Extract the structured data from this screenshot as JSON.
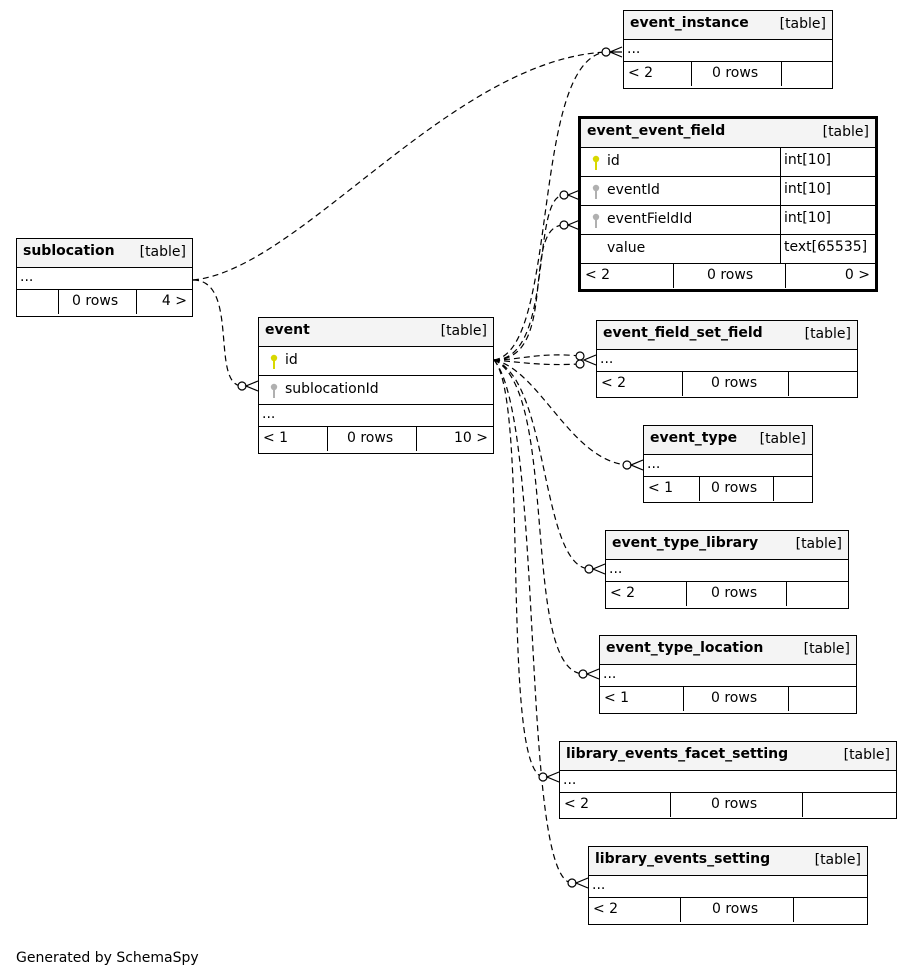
{
  "caption": "Generated by SchemaSpy",
  "type_label": "[table]",
  "ellipsis": "...",
  "tables": {
    "event_instance": {
      "name": "event_instance",
      "footer_left": "< 2",
      "footer_mid": "0 rows",
      "footer_right": ""
    },
    "event_event_field": {
      "name": "event_event_field",
      "columns": [
        {
          "name": "id",
          "type": "int[10]",
          "key": "primary"
        },
        {
          "name": "eventId",
          "type": "int[10]",
          "key": "foreign"
        },
        {
          "name": "eventFieldId",
          "type": "int[10]",
          "key": "foreign"
        },
        {
          "name": "value",
          "type": "text[65535]",
          "key": "none"
        }
      ],
      "footer_left": "< 2",
      "footer_mid": "0 rows",
      "footer_right": "0 >"
    },
    "sublocation": {
      "name": "sublocation",
      "footer_left": "",
      "footer_mid": "0 rows",
      "footer_right": "4 >"
    },
    "event": {
      "name": "event",
      "columns": [
        {
          "name": "id",
          "key": "primary"
        },
        {
          "name": "sublocationId",
          "key": "foreign"
        }
      ],
      "footer_left": "< 1",
      "footer_mid": "0 rows",
      "footer_right": "10 >"
    },
    "event_field_set_field": {
      "name": "event_field_set_field",
      "footer_left": "< 2",
      "footer_mid": "0 rows",
      "footer_right": ""
    },
    "event_type": {
      "name": "event_type",
      "footer_left": "< 1",
      "footer_mid": "0 rows",
      "footer_right": ""
    },
    "event_type_library": {
      "name": "event_type_library",
      "footer_left": "< 2",
      "footer_mid": "0 rows",
      "footer_right": ""
    },
    "event_type_location": {
      "name": "event_type_location",
      "footer_left": "< 1",
      "footer_mid": "0 rows",
      "footer_right": ""
    },
    "library_events_facet_setting": {
      "name": "library_events_facet_setting",
      "footer_left": "< 2",
      "footer_mid": "0 rows",
      "footer_right": ""
    },
    "library_events_setting": {
      "name": "library_events_setting",
      "footer_left": "< 2",
      "footer_mid": "0 rows",
      "footer_right": ""
    }
  },
  "colors": {
    "primary_key": "#d8d800",
    "foreign_key": "#b0b0b0",
    "header_bg": "#f4f4f4"
  }
}
